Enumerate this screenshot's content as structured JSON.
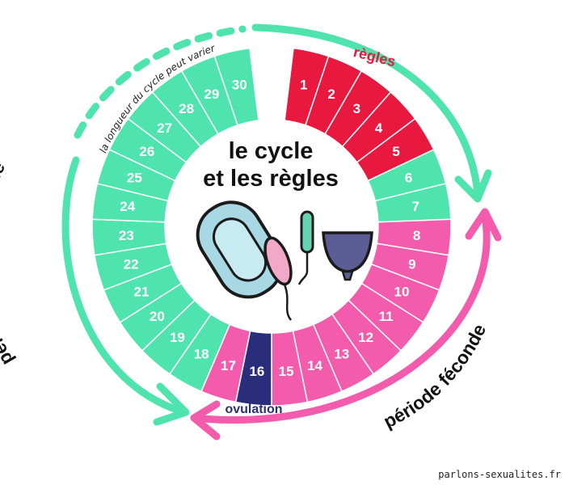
{
  "title_line1": "le cycle",
  "title_line2": "et les règles",
  "days": [
    {
      "label": "1",
      "phase": "regles"
    },
    {
      "label": "2",
      "phase": "regles"
    },
    {
      "label": "3",
      "phase": "regles"
    },
    {
      "label": "4",
      "phase": "regles"
    },
    {
      "label": "5",
      "phase": "regles"
    },
    {
      "label": "6",
      "phase": "moins"
    },
    {
      "label": "7",
      "phase": "moins"
    },
    {
      "label": "8",
      "phase": "feconde"
    },
    {
      "label": "9",
      "phase": "feconde"
    },
    {
      "label": "10",
      "phase": "feconde"
    },
    {
      "label": "11",
      "phase": "feconde"
    },
    {
      "label": "12",
      "phase": "feconde"
    },
    {
      "label": "13",
      "phase": "feconde"
    },
    {
      "label": "14",
      "phase": "feconde"
    },
    {
      "label": "15",
      "phase": "feconde"
    },
    {
      "label": "16",
      "phase": "ovulation"
    },
    {
      "label": "17",
      "phase": "feconde"
    },
    {
      "label": "18",
      "phase": "moins"
    },
    {
      "label": "19",
      "phase": "moins"
    },
    {
      "label": "20",
      "phase": "moins"
    },
    {
      "label": "21",
      "phase": "moins"
    },
    {
      "label": "22",
      "phase": "moins"
    },
    {
      "label": "23",
      "phase": "moins"
    },
    {
      "label": "24",
      "phase": "moins"
    },
    {
      "label": "25",
      "phase": "moins"
    },
    {
      "label": "26",
      "phase": "moins"
    },
    {
      "label": "27",
      "phase": "moins"
    },
    {
      "label": "28",
      "phase": "moins"
    },
    {
      "label": "29",
      "phase": "moins"
    },
    {
      "label": "30",
      "phase": "moins"
    }
  ],
  "colors": {
    "regles": "#e8183f",
    "moins": "#4fe3ae",
    "feconde": "#f35cad",
    "ovulation": "#2a2e7a",
    "arrow_green": "#4fe3ae",
    "arrow_pink": "#f35cad",
    "regles_text": "#e8183f",
    "ovulation_text": "#2a2e7a"
  },
  "labels": {
    "regles": "règles",
    "ovulation": "ovulation",
    "periode_moins": "période moins féconde",
    "periode_feconde": "période féconde",
    "longueur": "la longueur du cycle peut varier"
  },
  "watermark": "parlons-sexualites.fr"
}
